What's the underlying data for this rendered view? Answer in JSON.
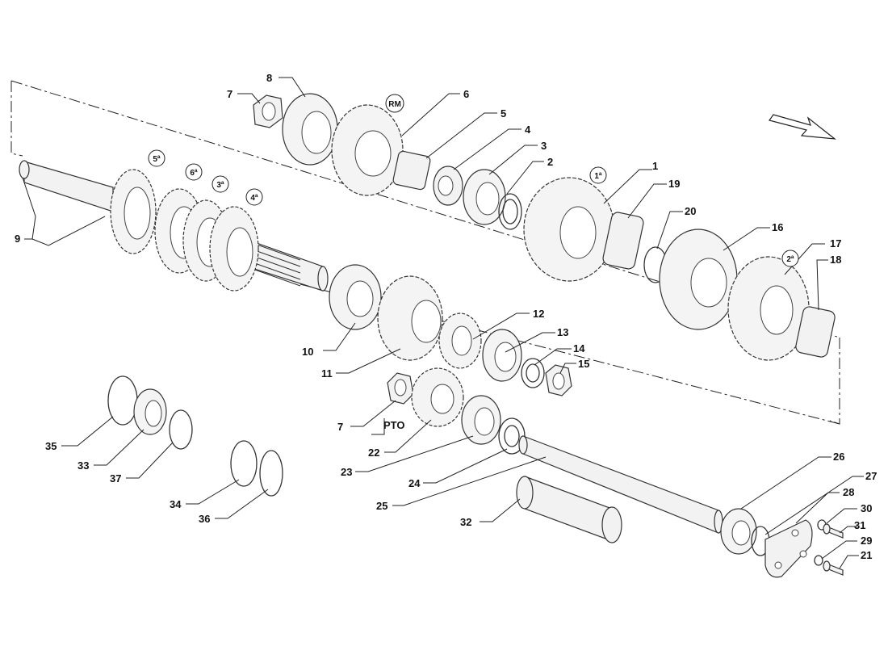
{
  "diagram": {
    "callouts": {
      "c1": "1",
      "c2": "2",
      "c3": "3",
      "c4": "4",
      "c5": "5",
      "c6": "6",
      "c7a": "7",
      "c7b": "7",
      "c8": "8",
      "c9": "9",
      "c10": "10",
      "c11": "11",
      "c12": "12",
      "c13": "13",
      "c14": "14",
      "c15": "15",
      "c16": "16",
      "c17": "17",
      "c18": "18",
      "c19": "19",
      "c20": "20",
      "c21": "21",
      "c22": "22",
      "c23": "23",
      "c24": "24",
      "c25": "25",
      "c26": "26",
      "c27": "27",
      "c28": "28",
      "c29": "29",
      "c30": "30",
      "c31": "31",
      "c32": "32",
      "c33": "33",
      "c34": "34",
      "c35": "35",
      "c36": "36",
      "c37": "37"
    },
    "gear_badges": {
      "rm": "RM",
      "g1": "1ª",
      "g2": "2ª",
      "g3": "3ª",
      "g4": "4ª",
      "g5": "5ª",
      "g6": "6ª"
    },
    "pto_label": "PTO",
    "direction_arrow_icon": "direction-arrow-icon"
  }
}
